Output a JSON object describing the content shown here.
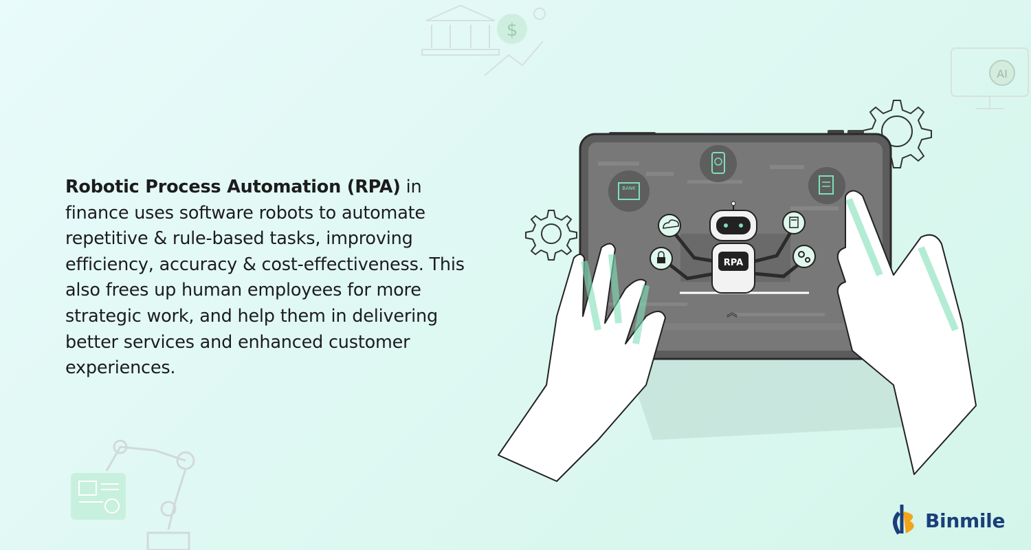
{
  "article": {
    "lead": "Robotic Process Automation (RPA)",
    "body": " in finance uses software robots to automate repetitive & rule-based tasks, improving efficiency, accuracy & cost-effectiveness. This also frees up human employees for more strategic work, and help them in delivering better services and enhanced customer experiences."
  },
  "illustration": {
    "robot_label": "RPA",
    "bank_label": "BANK",
    "currency_symbol": "$",
    "ai_label": "AI",
    "icons": [
      "bank-icon",
      "mobile-payment-icon",
      "document-icon",
      "cloud-sync-icon",
      "lock-icon",
      "calculator-icon",
      "gears-icon",
      "gear-icon",
      "robot-arm-icon"
    ]
  },
  "brand": {
    "name": "Binmile",
    "colors": {
      "primary": "#1a3f7a",
      "accent": "#f2a51a",
      "mint": "#7ee0b8",
      "tablet": "#6d6d6d"
    }
  }
}
